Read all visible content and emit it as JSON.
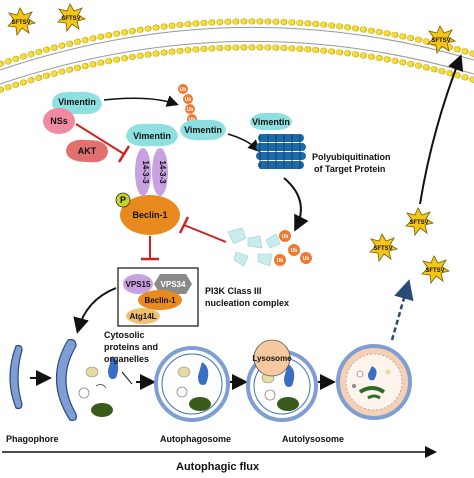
{
  "virus": "SFTSV",
  "proteins": {
    "vimentin": "Vimentin",
    "nss": "NSs",
    "akt": "AKT",
    "fourteen33": "14-3-3",
    "beclin": "Beclin-1",
    "p": "P",
    "vps15": "VPS15",
    "vps34": "VPS34",
    "atg14l": "Atg14L",
    "ub": "Ub"
  },
  "labels": {
    "polyubiquitination": [
      "Polyubiquitination",
      "of Target Protein"
    ],
    "pi3k": [
      "PI3K Class III",
      "nucleation complex"
    ],
    "cytosolic": [
      "Cytosolic",
      "proteins and",
      "organelles"
    ],
    "lysosome": "Lysosome",
    "phagophore": "Phagophore",
    "autophagosome": "Autophagosome",
    "autolysosome": "Autolysosome",
    "flux": "Autophagic flux"
  },
  "colors": {
    "membrane_head": "#f4dc3c",
    "vimentin": "#8ee0e0",
    "nss": "#f08aa0",
    "akt": "#e2706e",
    "fourteen33": "#c8a2e0",
    "beclin": "#e88a1e",
    "ub": "#f07830",
    "proteasome": "#1e6aa8",
    "virus": "#f5c518",
    "inhibit": "#d02020"
  }
}
